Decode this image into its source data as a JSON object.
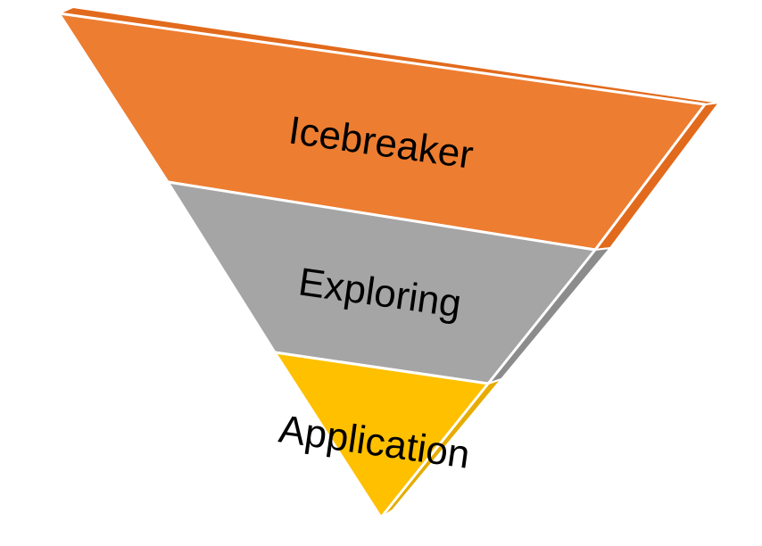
{
  "funnel": {
    "layers": [
      {
        "label": "Icebreaker",
        "color": "#ED7D31",
        "edge_color": "#E26A1C"
      },
      {
        "label": "Exploring",
        "color": "#A5A5A5",
        "edge_color": "#8C8C8C"
      },
      {
        "label": "Application",
        "color": "#FFC000",
        "edge_color": "#E6AC00"
      }
    ],
    "outline_color": "#FFFFFF"
  }
}
